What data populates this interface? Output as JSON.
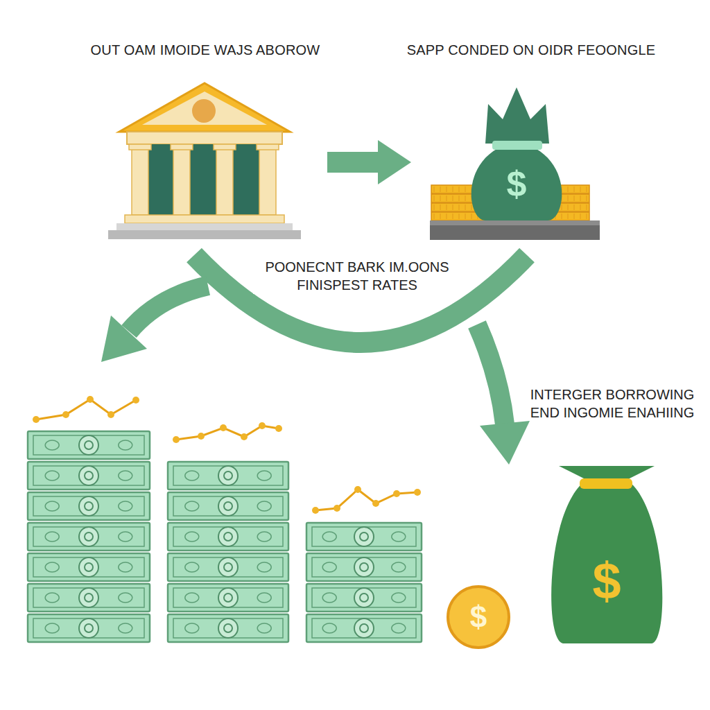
{
  "diagram": {
    "nodes": [
      {
        "text": [
          "OUT OAM IMOIDE WAJS ABOROW"
        ]
      },
      {
        "text": [
          "SAPP CONDED ON OIDR FEOONGLE"
        ]
      }
    ],
    "edges": [
      {
        "from": 0,
        "to": 1,
        "arrow": "to"
      }
    ],
    "labels": [
      "POONECNT BARK IM.OONS FINISPEST RATES",
      "INTERGER BORROWING END INGOMIE ENAHIING",
      "$",
      "$",
      "$"
    ]
  }
}
